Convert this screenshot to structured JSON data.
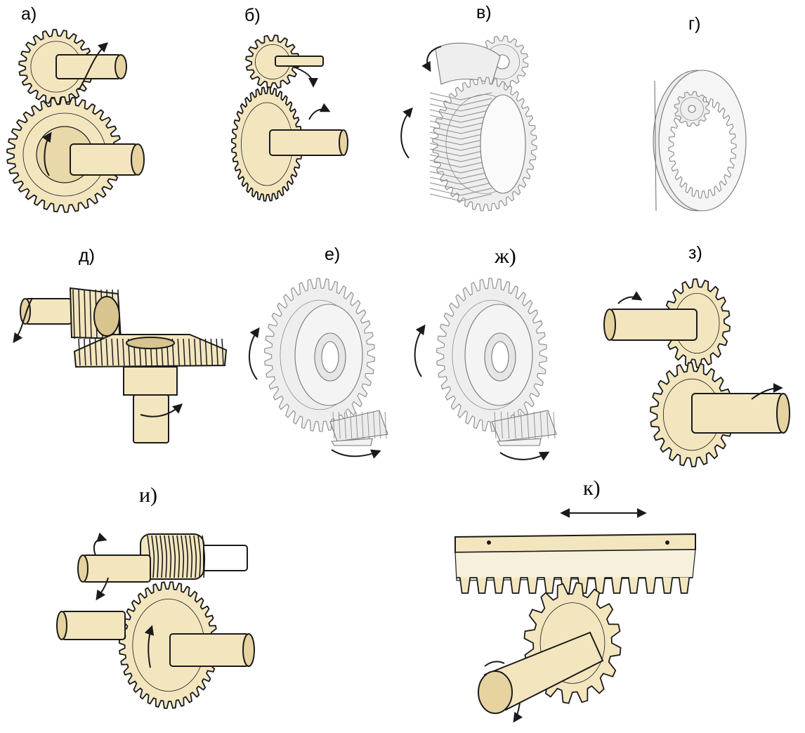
{
  "colors": {
    "cream": "#f3e6bf",
    "cream_dark": "#d8c48f",
    "ink": "#1a1a1a",
    "grey_fill": "#eeeeee",
    "grey_line": "#8a8a8a"
  },
  "panels": [
    {
      "id": "a",
      "label": "а)",
      "depicts": "spur-gear-pair-icon"
    },
    {
      "id": "b",
      "label": "б)",
      "depicts": "internal-spur-gear-icon"
    },
    {
      "id": "v",
      "label": "в)",
      "depicts": "herringbone-gear-pair-icon"
    },
    {
      "id": "g",
      "label": "г)",
      "depicts": "internal-ring-gear-icon"
    },
    {
      "id": "d",
      "label": "д)",
      "depicts": "bevel-gear-pair-icon"
    },
    {
      "id": "e",
      "label": "е)",
      "depicts": "spiral-bevel-gear-icon"
    },
    {
      "id": "zh",
      "label": "ж)",
      "depicts": "spiral-bevel-gear-icon"
    },
    {
      "id": "z",
      "label": "з)",
      "depicts": "crossed-helical-gear-icon"
    },
    {
      "id": "i",
      "label": "и)",
      "depicts": "worm-gear-icon"
    },
    {
      "id": "k",
      "label": "к)",
      "depicts": "rack-and-pinion-icon"
    }
  ]
}
